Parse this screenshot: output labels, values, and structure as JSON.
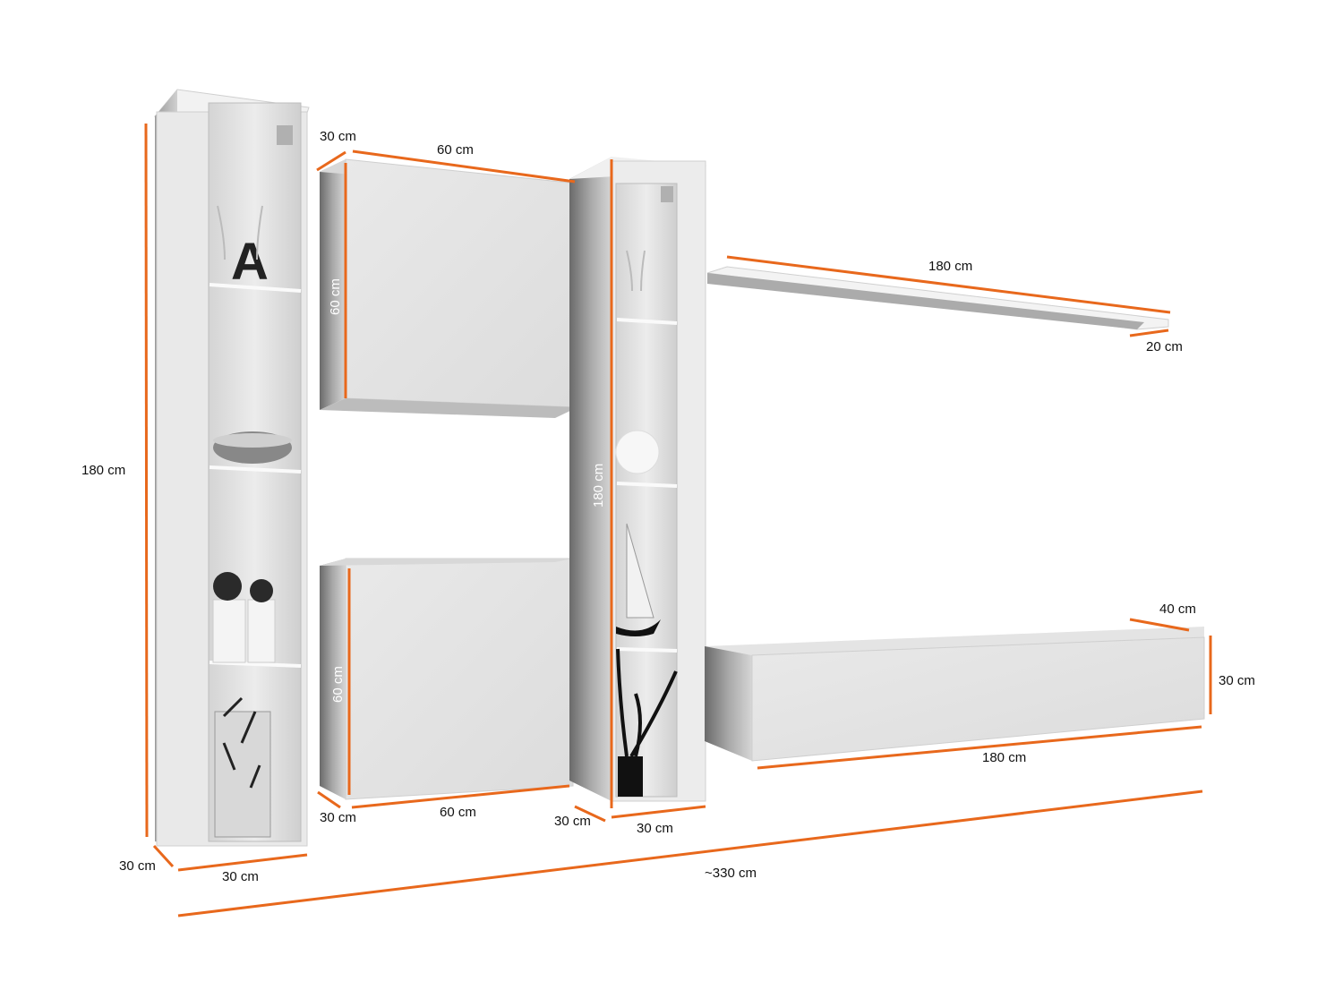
{
  "diagram": {
    "accent_color": "#e8681c",
    "units": "cm",
    "modules": [
      {
        "id": "tall-glass-cabinet-left",
        "name": "Tall glass-front display cabinet (left)",
        "dimensions": {
          "height": "180 cm",
          "depth": "30 cm",
          "width": "30 cm"
        },
        "contents": [
          "wine glasses",
          "letter A decoration",
          "glass bowl",
          "potted succulents",
          "vase with flowers"
        ]
      },
      {
        "id": "wall-cabinet-upper",
        "name": "Upper wall cabinet",
        "dimensions": {
          "depth": "30 cm",
          "width": "60 cm",
          "height": "60 cm"
        }
      },
      {
        "id": "wall-cabinet-lower",
        "name": "Lower wall cabinet",
        "dimensions": {
          "height": "60 cm",
          "depth": "30 cm",
          "width": "60 cm"
        }
      },
      {
        "id": "tall-glass-cabinet-right",
        "name": "Tall glass-front display cabinet (right)",
        "dimensions": {
          "height": "180 cm",
          "depth": "30 cm",
          "width": "30 cm"
        },
        "contents": [
          "wine glass",
          "white sphere",
          "sailboat model",
          "potted plant"
        ]
      },
      {
        "id": "wall-shelf",
        "name": "Floating wall shelf",
        "dimensions": {
          "width": "180 cm",
          "depth": "20 cm"
        }
      },
      {
        "id": "tv-lowboard",
        "name": "Hanging TV lowboard",
        "dimensions": {
          "depth": "40 cm",
          "height": "30 cm",
          "width": "180 cm"
        }
      }
    ],
    "overall_width": "~330 cm"
  },
  "labels": {
    "left_height": "180 cm",
    "left_depth": "30 cm",
    "left_width": "30 cm",
    "upper_depth": "30 cm",
    "upper_width": "60 cm",
    "upper_height": "60 cm",
    "lower_height": "60 cm",
    "lower_depth": "30 cm",
    "lower_width": "60 cm",
    "right_height": "180 cm",
    "right_depth": "30 cm",
    "right_width": "30 cm",
    "shelf_width": "180 cm",
    "shelf_depth": "20 cm",
    "tv_depth": "40 cm",
    "tv_height": "30 cm",
    "tv_width": "180 cm",
    "overall": "~330 cm"
  }
}
